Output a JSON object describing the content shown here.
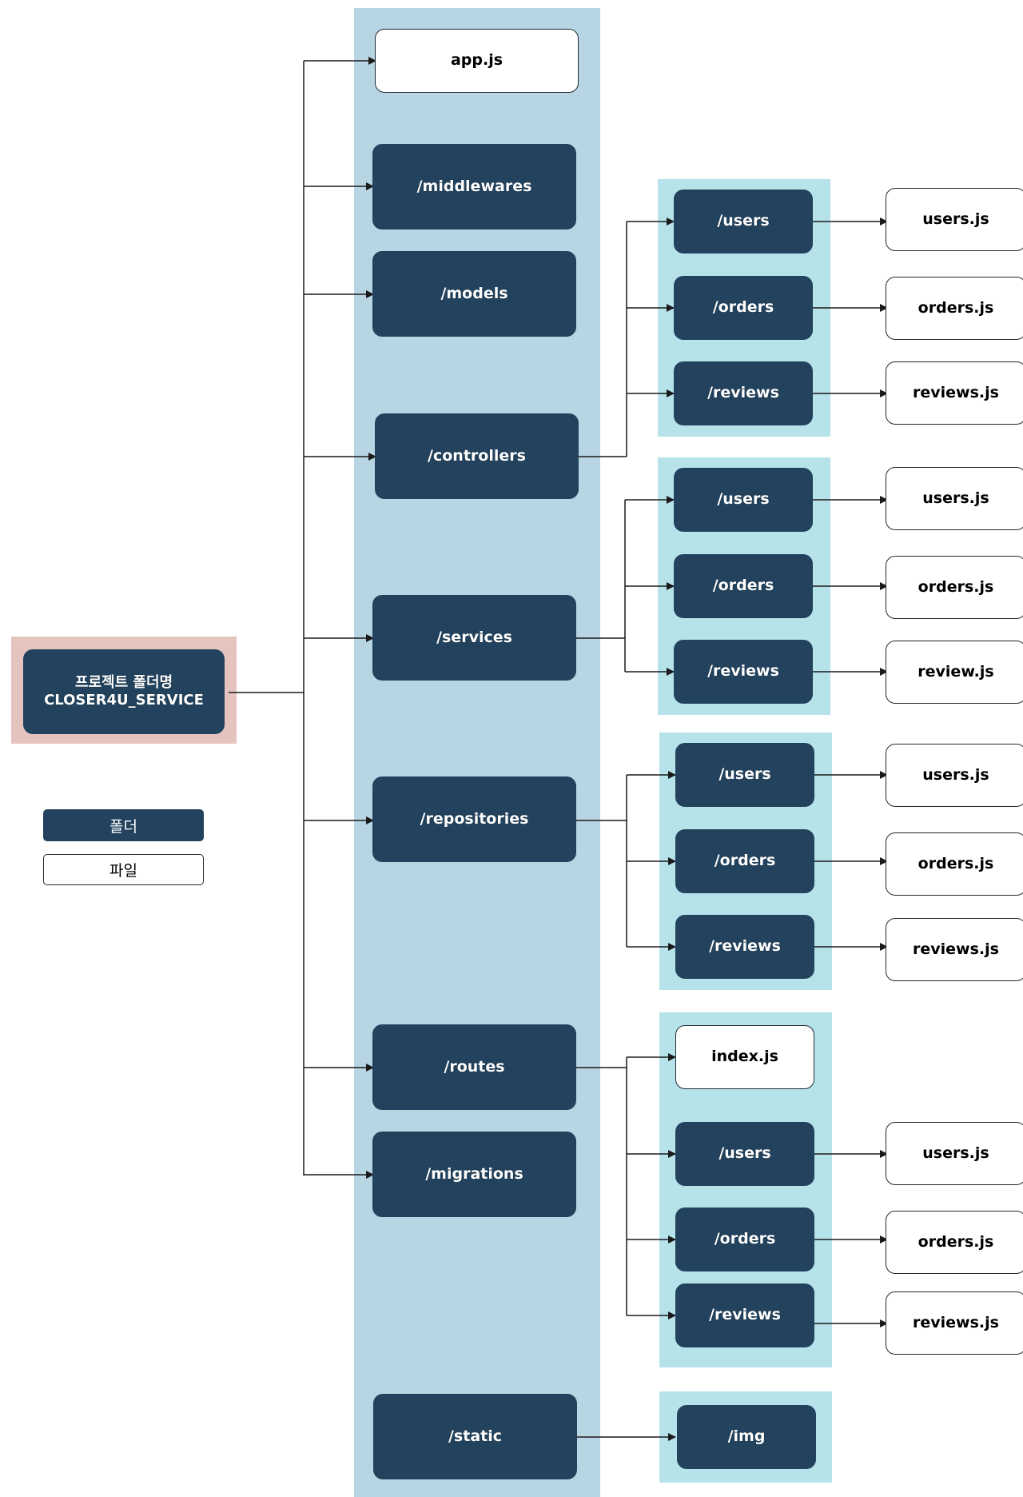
{
  "colors": {
    "folder_fill": "#22425d",
    "folder_text": "#ffffff",
    "file_fill": "#ffffff",
    "column_bg": "#b8d5e3",
    "group_bg": "#b6e2ea",
    "root_bg": "#e5c4c0",
    "line": "#1a1a1a"
  },
  "root": {
    "line1": "프로젝트 폴더명",
    "line2": "CLOSER4U_SERVICE"
  },
  "legend": {
    "folder": "폴더",
    "file": "파일"
  },
  "nodes": {
    "app_js": "app.js",
    "middlewares": "/middlewares",
    "models": "/models",
    "controllers": "/controllers",
    "services": "/services",
    "repositories": "/repositories",
    "routes": "/routes",
    "migrations": "/migrations",
    "static": "/static",
    "ctrl_users": "/users",
    "ctrl_orders": "/orders",
    "ctrl_reviews": "/reviews",
    "ctrl_users_file": "users.js",
    "ctrl_orders_file": "orders.js",
    "ctrl_reviews_file": "reviews.js",
    "svc_users": "/users",
    "svc_orders": "/orders",
    "svc_reviews": "/reviews",
    "svc_users_file": "users.js",
    "svc_orders_file": "orders.js",
    "svc_reviews_file": "review.js",
    "repo_users": "/users",
    "repo_orders": "/orders",
    "repo_reviews": "/reviews",
    "repo_users_file": "users.js",
    "repo_orders_file": "orders.js",
    "repo_reviews_file": "reviews.js",
    "routes_index": "index.js",
    "routes_users": "/users",
    "routes_orders": "/orders",
    "routes_reviews": "/reviews",
    "routes_users_file": "users.js",
    "routes_orders_file": "orders.js",
    "routes_reviews_file": "reviews.js",
    "static_img": "/img"
  }
}
